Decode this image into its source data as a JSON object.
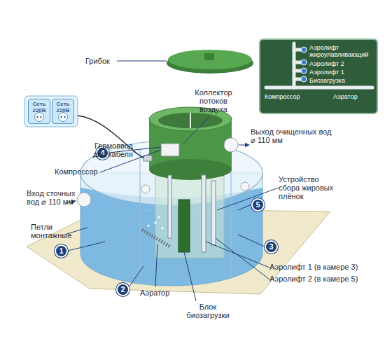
{
  "diagram": {
    "nodes": [
      {
        "text": [
          "Аэролифт жироулавливающий",
          "Аэролифт 2",
          "Аэролифт 1",
          "Биозагрузка",
          "Компрессор",
          "Аэратор"
        ]
      },
      {
        "text": [
          "Сеть 220В"
        ]
      },
      {
        "text": [
          "Сеть 220В"
        ]
      },
      {
        "text": [
          "4"
        ]
      },
      {
        "text": [
          "5"
        ]
      },
      {
        "text": [
          "3"
        ]
      },
      {
        "text": [
          "1"
        ]
      },
      {
        "text": [
          "2"
        ]
      }
    ],
    "labels": [
      "Грибок",
      "Коллектор потоков воздуха",
      "Гермоввод для кабеля",
      "Выход очищенных вод ⌀ 110 мм",
      "Компрессор",
      "Устройство сбора жировых плёнок",
      "Вход сточных вод ⌀ 110 мм",
      "Петли монтажные",
      "Аэратор",
      "Блок биозагрузки",
      "Аэролифт 1 (в камере 3)",
      "Аэролифт 2 (в камере 5)"
    ]
  }
}
